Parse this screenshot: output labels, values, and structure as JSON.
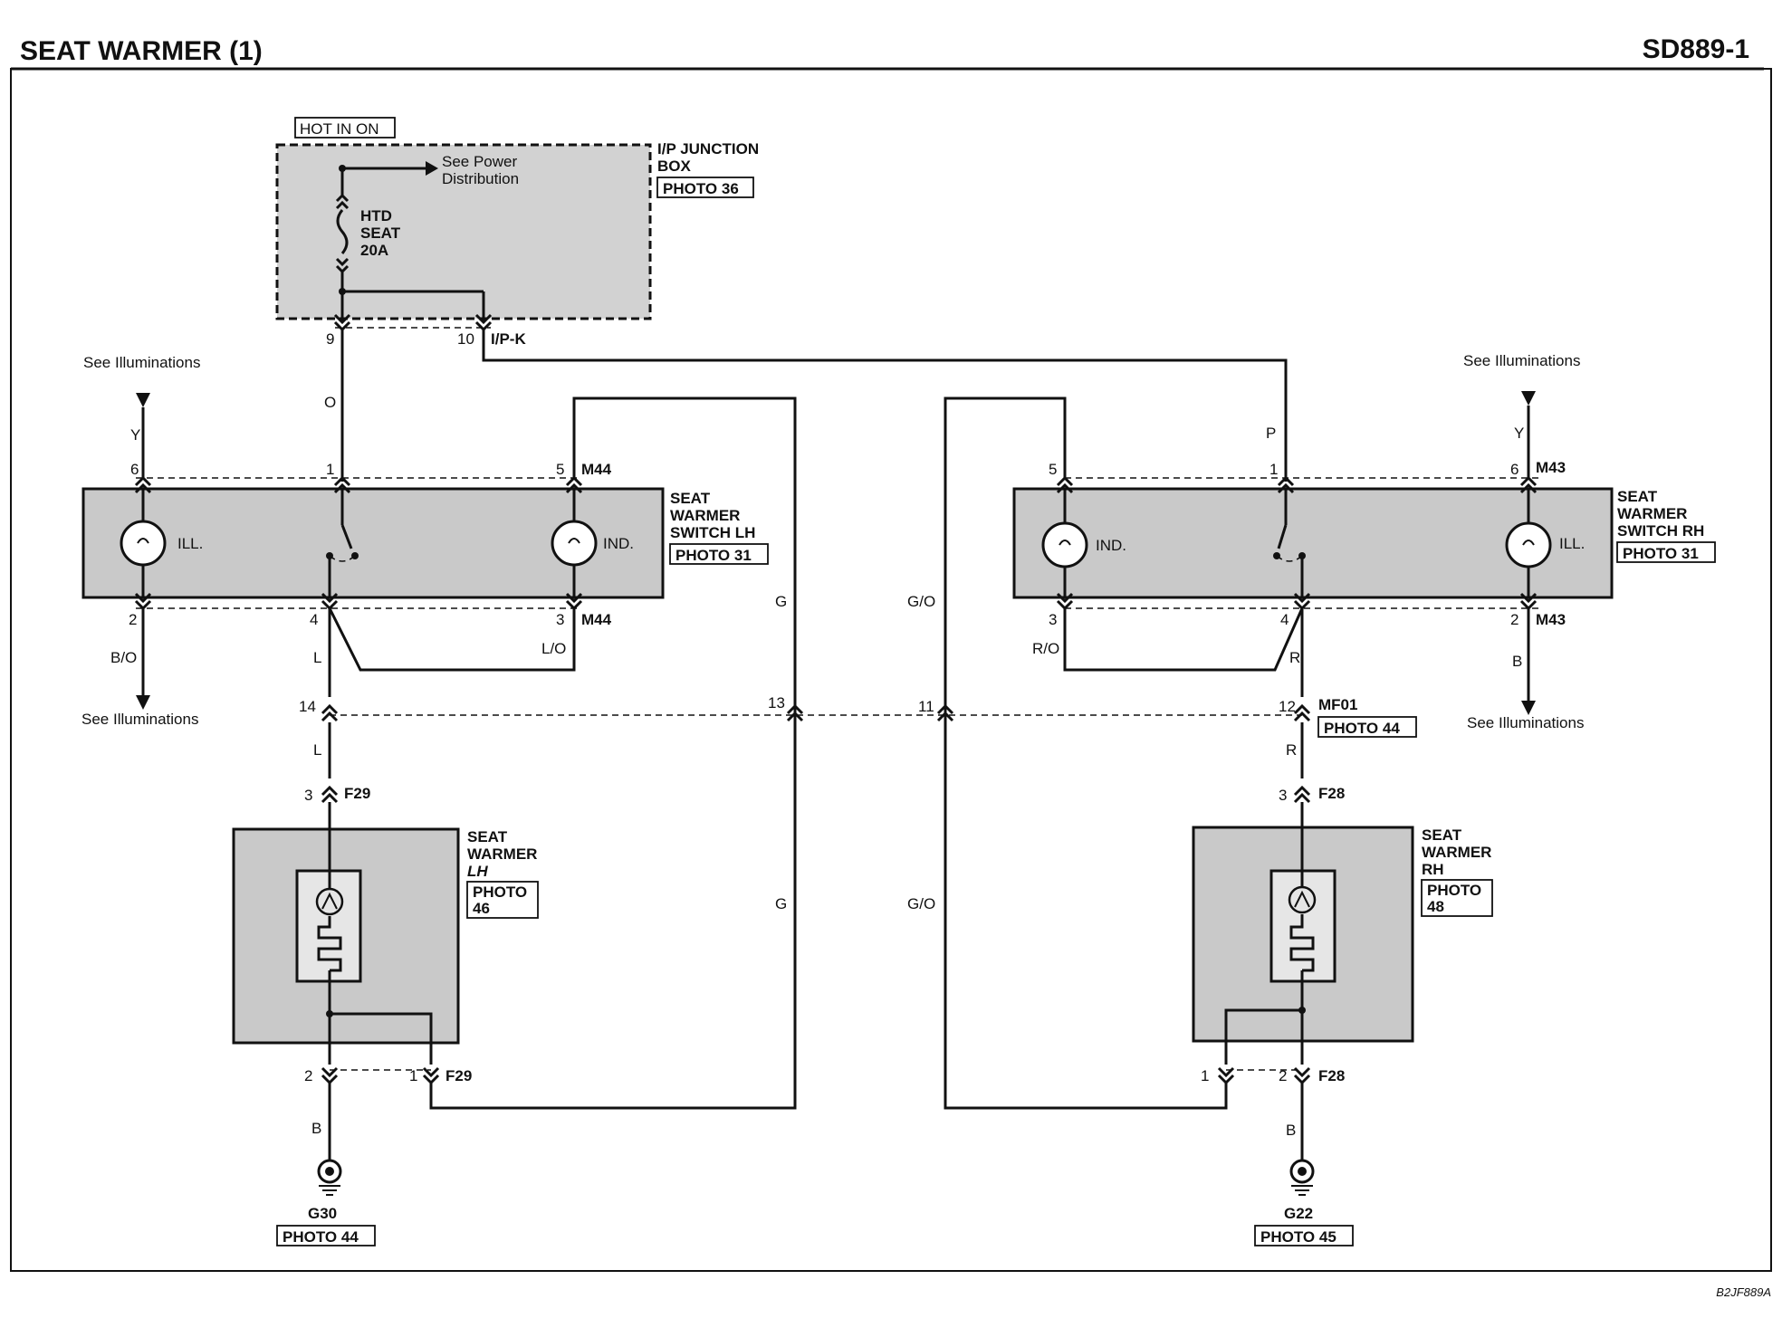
{
  "header": {
    "title": "SEAT WARMER (1)",
    "code": "SD889-1",
    "footer_code": "B2JF889A"
  },
  "junction_box": {
    "power_label": "HOT IN ON",
    "name_line1": "I/P JUNCTION",
    "name_line2": "BOX",
    "photo": "PHOTO 36",
    "see_power_line1": "See Power",
    "see_power_line2": "Distribution",
    "fuse_line1": "HTD",
    "fuse_line2": "SEAT",
    "fuse_line3": "20A",
    "pin_left": "9",
    "pin_right": "10",
    "connector": "I/P-K"
  },
  "switch_lh": {
    "name_line1": "SEAT",
    "name_line2": "WARMER",
    "name_line3": "SWITCH LH",
    "photo": "PHOTO 31",
    "ill": "ILL.",
    "ind": "IND.",
    "pins": {
      "p6": "6",
      "p1": "1",
      "p5": "5",
      "p2": "2",
      "p4": "4",
      "p3": "3"
    },
    "conn_top": "M44",
    "conn_bottom": "M44"
  },
  "switch_rh": {
    "name_line1": "SEAT",
    "name_line2": "WARMER",
    "name_line3": "SWITCH RH",
    "photo": "PHOTO 31",
    "ill": "ILL.",
    "ind": "IND.",
    "pins": {
      "p5": "5",
      "p1": "1",
      "p6": "6",
      "p3": "3",
      "p4": "4",
      "p2": "2"
    },
    "conn_top": "M43",
    "conn_bottom": "M43"
  },
  "illuminations": {
    "tl": "See Illuminations",
    "bl": "See Illuminations",
    "tr": "See Illuminations",
    "br": "See Illuminations"
  },
  "wires": {
    "o": "O",
    "p": "P",
    "y_left": "Y",
    "y_right": "Y",
    "bo": "B/O",
    "b_right": "B",
    "l1": "L",
    "l2": "L",
    "lo": "L/O",
    "ro": "R/O",
    "r1": "R",
    "r2": "R",
    "g1": "G",
    "g2": "G",
    "go1": "G/O",
    "go2": "G/O",
    "b_lh": "B",
    "b_rh": "B"
  },
  "mid_connector": {
    "p14": "14",
    "p13": "13",
    "p11": "11",
    "p12": "12",
    "name": "MF01",
    "photo": "PHOTO 44"
  },
  "warmer_lh": {
    "name_line1": "SEAT",
    "name_line2": "WARMER",
    "name_line3": "LH",
    "photo_line1": "PHOTO",
    "photo_line2": "46",
    "pin_top": "3",
    "conn_top": "F29",
    "pin_b2": "2",
    "pin_b1": "1",
    "conn_bottom": "F29"
  },
  "warmer_rh": {
    "name_line1": "SEAT",
    "name_line2": "WARMER",
    "name_line3": "RH",
    "photo_line1": "PHOTO",
    "photo_line2": "48",
    "pin_top": "3",
    "conn_top": "F28",
    "pin_b1": "1",
    "pin_b2": "2",
    "conn_bottom": "F28"
  },
  "ground_lh": {
    "name": "G30",
    "photo": "PHOTO 44"
  },
  "ground_rh": {
    "name": "G22",
    "photo": "PHOTO 45"
  }
}
